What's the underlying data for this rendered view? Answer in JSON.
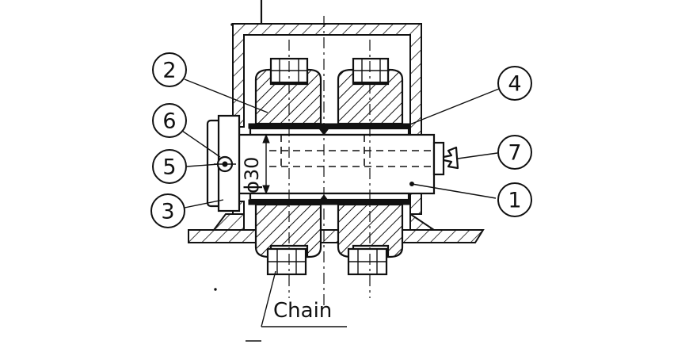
{
  "callouts": [
    {
      "id": "callout-1",
      "label": "1"
    },
    {
      "id": "callout-2",
      "label": "2"
    },
    {
      "id": "callout-3",
      "label": "3"
    },
    {
      "id": "callout-4",
      "label": "4"
    },
    {
      "id": "callout-5",
      "label": "5"
    },
    {
      "id": "callout-6",
      "label": "6"
    },
    {
      "id": "callout-7",
      "label": "7"
    }
  ],
  "dimension": "ϕ30",
  "chain_label": "Chain"
}
